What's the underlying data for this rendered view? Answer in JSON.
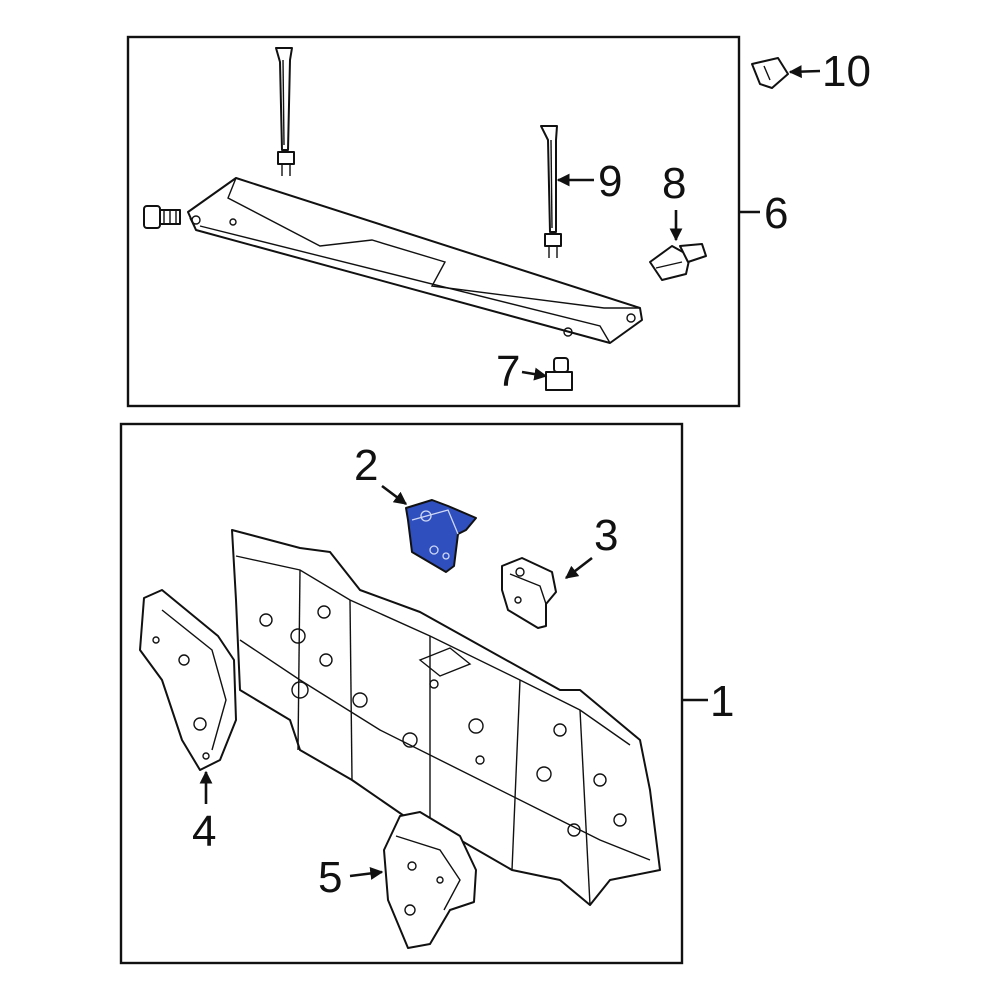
{
  "callouts": {
    "c1": "1",
    "c2": "2",
    "c3": "3",
    "c4": "4",
    "c5": "5",
    "c6": "6",
    "c7": "7",
    "c8": "8",
    "c9": "9",
    "c10": "10"
  },
  "colors": {
    "highlight": "#2f4fbf",
    "line": "#111111",
    "background": "#ffffff"
  }
}
